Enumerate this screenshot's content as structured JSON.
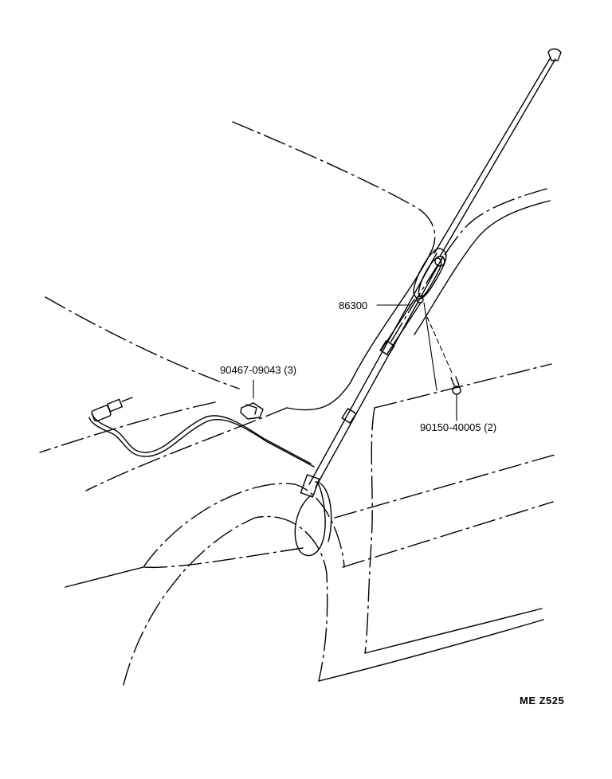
{
  "diagram": {
    "parts": [
      {
        "part_number": "86300",
        "quantity": ""
      },
      {
        "part_number": "90467-09043",
        "quantity": "(3)"
      },
      {
        "part_number": "90150-40005",
        "quantity": "(2)"
      }
    ],
    "labels": {
      "antenna": "86300",
      "clip": "90467-09043 (3)",
      "screw": "90150-40005 (2)",
      "figure_code": "ME  Z525"
    },
    "colors": {
      "line": "#000000",
      "background": "#ffffff"
    }
  }
}
